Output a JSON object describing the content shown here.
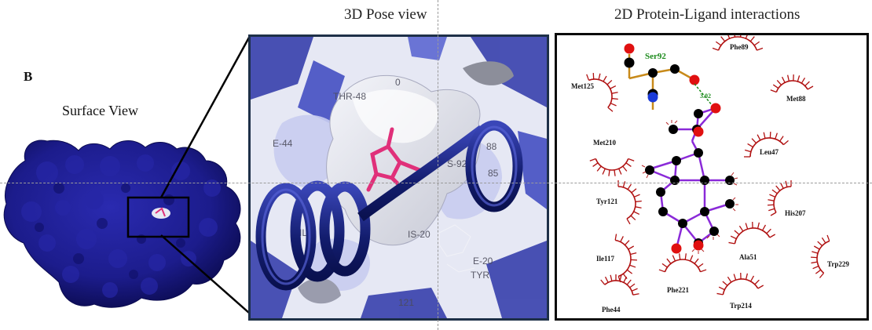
{
  "panel_label": "B",
  "surface_view": {
    "label": "Surface View",
    "protein_color": "#1c1c8c",
    "highlight_box_color": "#000000"
  },
  "pose_view": {
    "title": "3D Pose view",
    "border_color": "#1e3048",
    "helix_color": "#131d6e",
    "ligand_color": "#e0307a",
    "residue_labels": [
      {
        "text": "THR-48"
      },
      {
        "text": "E-44"
      },
      {
        "text": "S-92"
      },
      {
        "text": "88"
      },
      {
        "text": "85"
      },
      {
        "text": "IL"
      },
      {
        "text": "IS-20"
      },
      {
        "text": "E-20"
      },
      {
        "text": "TYR"
      },
      {
        "text": "121"
      },
      {
        "text": "0"
      }
    ]
  },
  "interactions": {
    "title": "2D Protein-Ligand interactions",
    "hbond_residue": "Ser92",
    "hbond_distance": "3.02",
    "colors": {
      "hydrophobic_arc": "#b01010",
      "ligand_bond": "#8a2ad8",
      "residue_bond": "#c88a1a",
      "oxygen": "#e01010",
      "nitrogen": "#1a3ad8",
      "carbon": "#000000",
      "hbond_line": "#1a8a1a"
    },
    "hydrophobic_residues": [
      {
        "name": "Phe89"
      },
      {
        "name": "Met125"
      },
      {
        "name": "Met88"
      },
      {
        "name": "Met210"
      },
      {
        "name": "Leu47"
      },
      {
        "name": "Tyr121"
      },
      {
        "name": "His207"
      },
      {
        "name": "Ile117"
      },
      {
        "name": "Ala51"
      },
      {
        "name": "Trp229"
      },
      {
        "name": "Phe221"
      },
      {
        "name": "Phe44"
      },
      {
        "name": "Trp214"
      }
    ]
  }
}
